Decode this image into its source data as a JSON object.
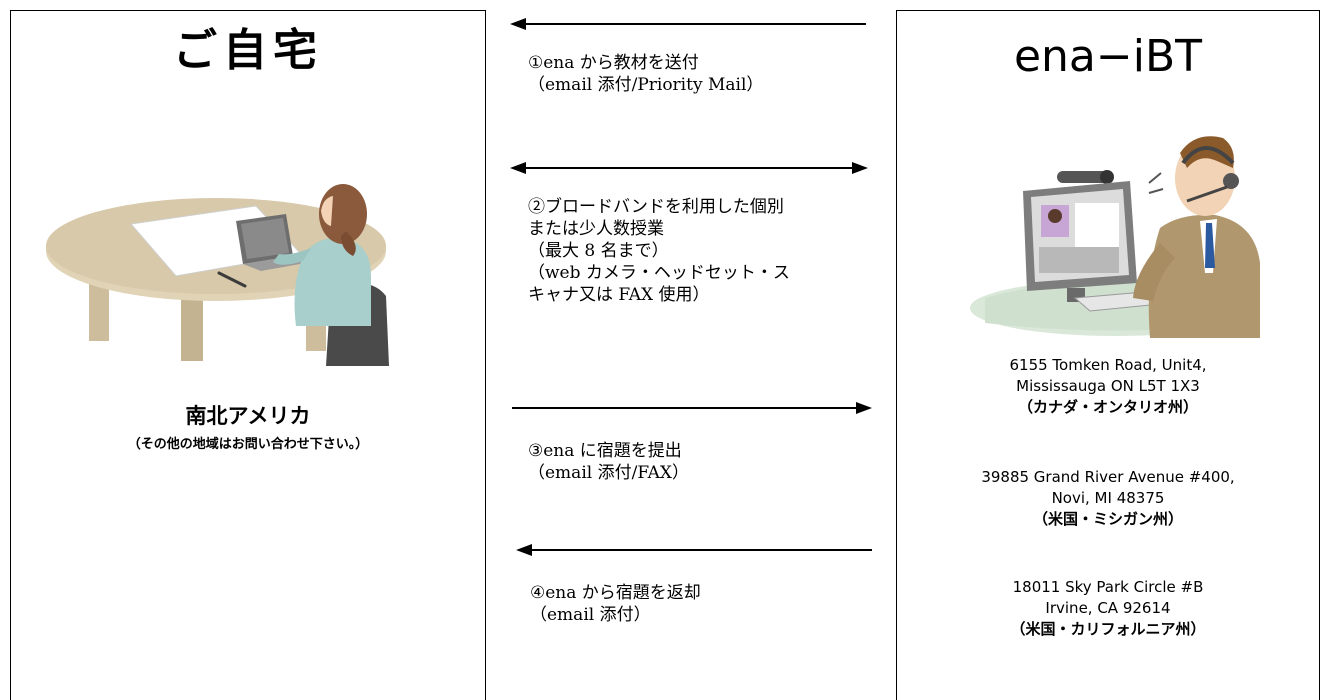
{
  "left_panel": {
    "title": "ご自宅",
    "region_name": "南北アメリカ",
    "region_note": "（その他の地域はお問い合わせ下さい。）"
  },
  "right_panel": {
    "title": "ena−iBT",
    "addresses": [
      {
        "line1": "6155 Tomken Road,  Unit4,",
        "line2": "Mississauga ON L5T 1X3",
        "pref": "（カナダ・オンタリオ州）"
      },
      {
        "line1": "39885 Grand River Avenue #400,",
        "line2": "Novi, MI 48375",
        "pref": "（米国・ミシガン州）"
      },
      {
        "line1": "18011 Sky Park  Circle #B",
        "line2": "Irvine, CA 92614",
        "pref": "（米国・カリフォルニア州）"
      }
    ]
  },
  "steps": [
    {
      "lines": [
        "①ena から教材を送付",
        "（email 添付/Priority Mail）"
      ],
      "direction": "left"
    },
    {
      "lines": [
        "②ブロードバンドを利用した個別",
        "または少人数授業",
        "（最大 8 名まで）",
        "（web カメラ・ヘッドセット・ス",
        "キャナ又は FAX 使用）"
      ],
      "direction": "both"
    },
    {
      "lines": [
        "③ena に宿題を提出",
        "（email 添付/FAX）"
      ],
      "direction": "right"
    },
    {
      "lines": [
        "④ena から宿題を返却",
        "（email 添付）"
      ],
      "direction": "left"
    }
  ],
  "icons": {
    "home": "woman-at-laptop-illustration",
    "office": "man-with-headset-illustration"
  },
  "colors": {
    "line": "#000000",
    "table": "#d9ccb0",
    "shirt": "#a8cfcc",
    "suit": "#b0976d"
  }
}
